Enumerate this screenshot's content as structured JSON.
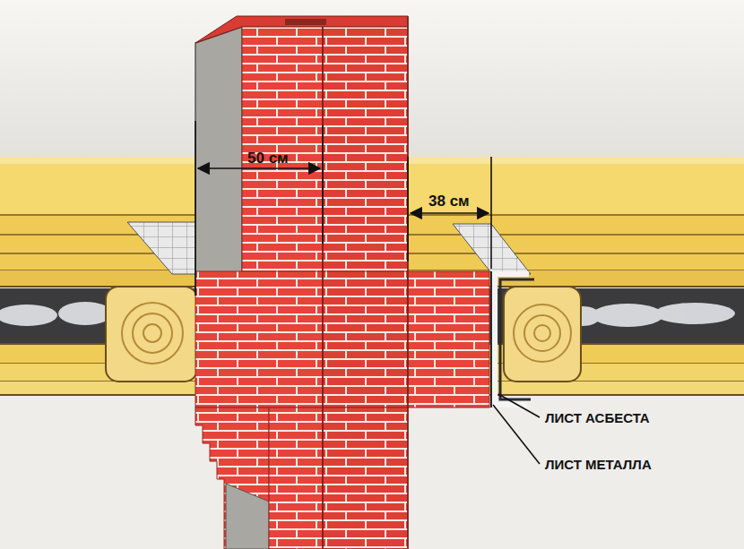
{
  "diagram": {
    "labels": [
      "50 см",
      "38 см",
      "ЛИСТ АСБЕСТА",
      "ЛИСТ МЕТАЛЛА"
    ]
  }
}
